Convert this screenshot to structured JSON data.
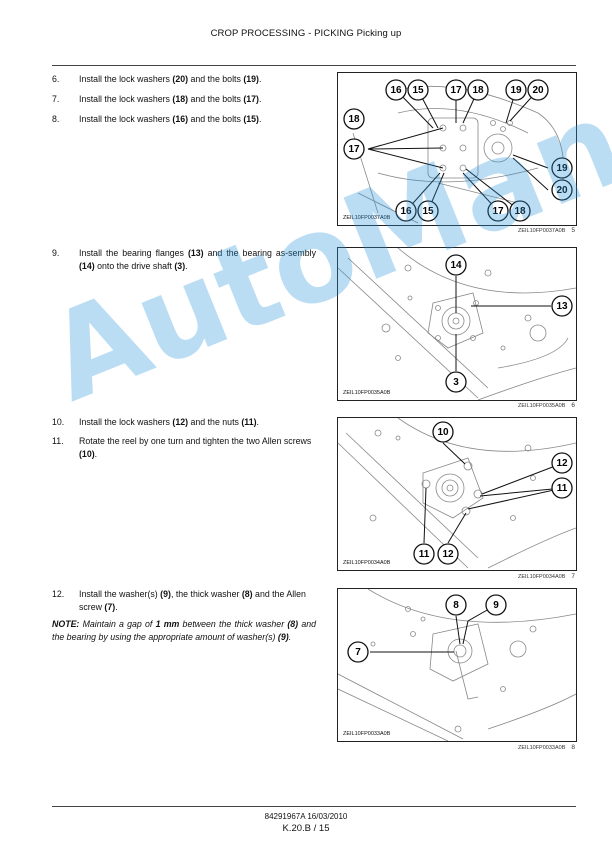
{
  "header": {
    "title": "CROP PROCESSING - PICKING Picking up"
  },
  "steps": [
    {
      "num": "6.",
      "pre": "Install the lock washers ",
      "b1": "(20)",
      "mid": " and the bolts ",
      "b2": "(19)",
      "post": "."
    },
    {
      "num": "7.",
      "pre": "Install the lock washers ",
      "b1": "(18)",
      "mid": " and the bolts ",
      "b2": "(17)",
      "post": "."
    },
    {
      "num": "8.",
      "pre": "Install the lock washers ",
      "b1": "(16)",
      "mid": " and the bolts ",
      "b2": "(15)",
      "post": "."
    },
    {
      "num": "9.",
      "pre": "Install the bearing flanges ",
      "b1": "(13)",
      "mid": " and the bearing as-sembly ",
      "b2": "(14)",
      "mid2": " onto the drive shaft ",
      "b3": "(3)",
      "post": "."
    },
    {
      "num": "10.",
      "pre": "Install the lock washers ",
      "b1": "(12)",
      "mid": " and the nuts ",
      "b2": "(11)",
      "post": "."
    },
    {
      "num": "11.",
      "pre": "Rotate the reel by one turn and tighten the two Allen screws ",
      "b1": "(10)",
      "post": "."
    },
    {
      "num": "12.",
      "pre": "Install the washer(s) ",
      "b1": "(9)",
      "mid": ", the thick washer ",
      "b2": "(8)",
      "mid2": " and the Allen screw ",
      "b3": "(7)",
      "post": "."
    }
  ],
  "note": {
    "label": "NOTE:",
    "t1": " Maintain a gap of ",
    "b1": "1 mm",
    "t2": " between the thick washer ",
    "b2": "(8)",
    "t3": " and the bearing by using the appropriate amount of washer(s) ",
    "b3": "(9)",
    "t4": "."
  },
  "figures": [
    {
      "id": "ZEIL10FP0037A0B",
      "caption": "ZEIL10FP0037A0B",
      "num": "5",
      "labels": [
        "16",
        "15",
        "17",
        "18",
        "19",
        "20",
        "18",
        "17",
        "19",
        "20",
        "16",
        "15",
        "17",
        "18"
      ]
    },
    {
      "id": "ZEIL10FP0035A0B",
      "caption": "ZEIL10FP0035A0B",
      "num": "6",
      "labels": [
        "14",
        "13",
        "3"
      ]
    },
    {
      "id": "ZEIL10FP0034A0B",
      "caption": "ZEIL10FP0034A0B",
      "num": "7",
      "labels": [
        "10",
        "12",
        "11",
        "11",
        "12"
      ]
    },
    {
      "id": "ZEIL10FP0033A0B",
      "caption": "ZEIL10FP0033A0B",
      "num": "8",
      "labels": [
        "8",
        "9",
        "7"
      ]
    }
  ],
  "footer": {
    "doc": "84291967A 16/03/2010",
    "page": "K.20.B / 15"
  },
  "watermark": "AutoManual"
}
